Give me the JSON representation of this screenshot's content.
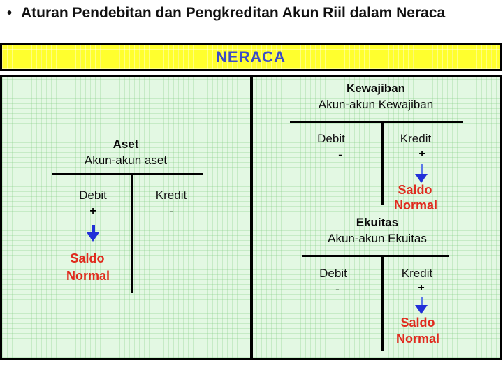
{
  "title": {
    "bullet": "•",
    "text": "Aturan Pendebitan dan Pengkreditan Akun Riil dalam Neraca"
  },
  "banner": {
    "label": "NERACA"
  },
  "diagram": {
    "accounts": {
      "aset": {
        "heading": "Aset",
        "subheading": "Akun-akun aset",
        "debit_label": "Debit",
        "debit_sign": "+",
        "kredit_label": "Kredit",
        "kredit_sign": "-",
        "saldo_line1": "Saldo",
        "saldo_line2": "Normal"
      },
      "kewajiban": {
        "heading": "Kewajiban",
        "subheading": "Akun-akun Kewajiban",
        "debit_label": "Debit",
        "debit_sign": "-",
        "kredit_label": "Kredit",
        "kredit_sign": "+",
        "saldo_line1": "Saldo",
        "saldo_line2": "Normal"
      },
      "ekuitas": {
        "heading": "Ekuitas",
        "subheading": "Akun-akun Ekuitas",
        "debit_label": "Debit",
        "debit_sign": "-",
        "kredit_label": "Kredit",
        "kredit_sign": "+",
        "saldo_line1": "Saldo",
        "saldo_line2": "Normal"
      }
    },
    "colors": {
      "banner_bg": "#ffff2e",
      "banner_text": "#3b4cc8",
      "panel_bg": "#e3f8e3",
      "saldo_text": "#e02a1e",
      "arrow_blue": "#2230d8",
      "line_black": "#000000"
    }
  }
}
